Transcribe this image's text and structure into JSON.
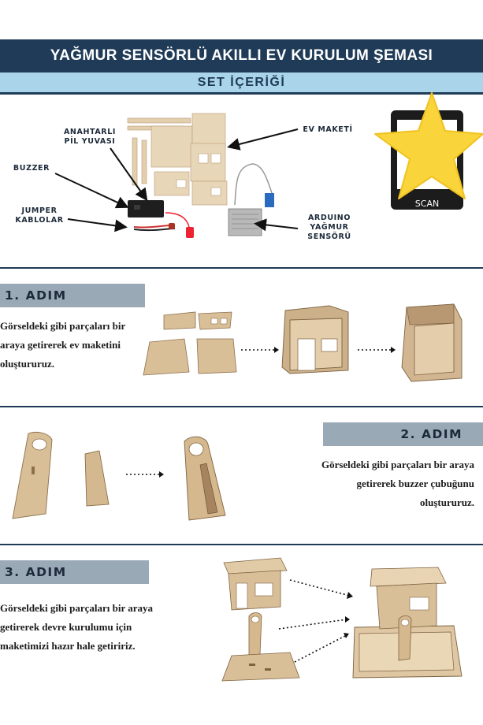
{
  "header": {
    "title": "YAĞMUR SENSÖRLÜ AKILLI EV KURULUM ŞEMASI",
    "set_title": "SET İÇERİĞİ"
  },
  "set_contents": {
    "labels": {
      "battery_holder": "ANAHTARLI PİL YUVASI",
      "buzzer": "BUZZER",
      "jumper_cables": "JUMPER KABLOLAR",
      "house_model": "EV MAKETİ",
      "rain_sensor": "ARDUINO YAĞMUR SENSÖRÜ"
    },
    "qr_badge_text": "SCAN"
  },
  "steps": [
    {
      "label": "1. ADIM",
      "text": "Görseldeki gibi parçaları bir araya getirerek ev maketini oluştururuz."
    },
    {
      "label": "2. ADIM",
      "text": "Görseldeki gibi parçaları bir araya getirerek buzzer çubuğunu oluştururuz."
    },
    {
      "label": "3. ADIM",
      "text": "Görseldeki gibi parçaları bir araya getirerek devre kurulumu için maketimizi hazır hale getiririz."
    }
  ],
  "colors": {
    "navy": "#1f3b57",
    "light_blue": "#a9d4ea",
    "step_gray": "#9aa9b6",
    "wood": "#ddc5a2",
    "star_yellow": "#f9d43b"
  }
}
